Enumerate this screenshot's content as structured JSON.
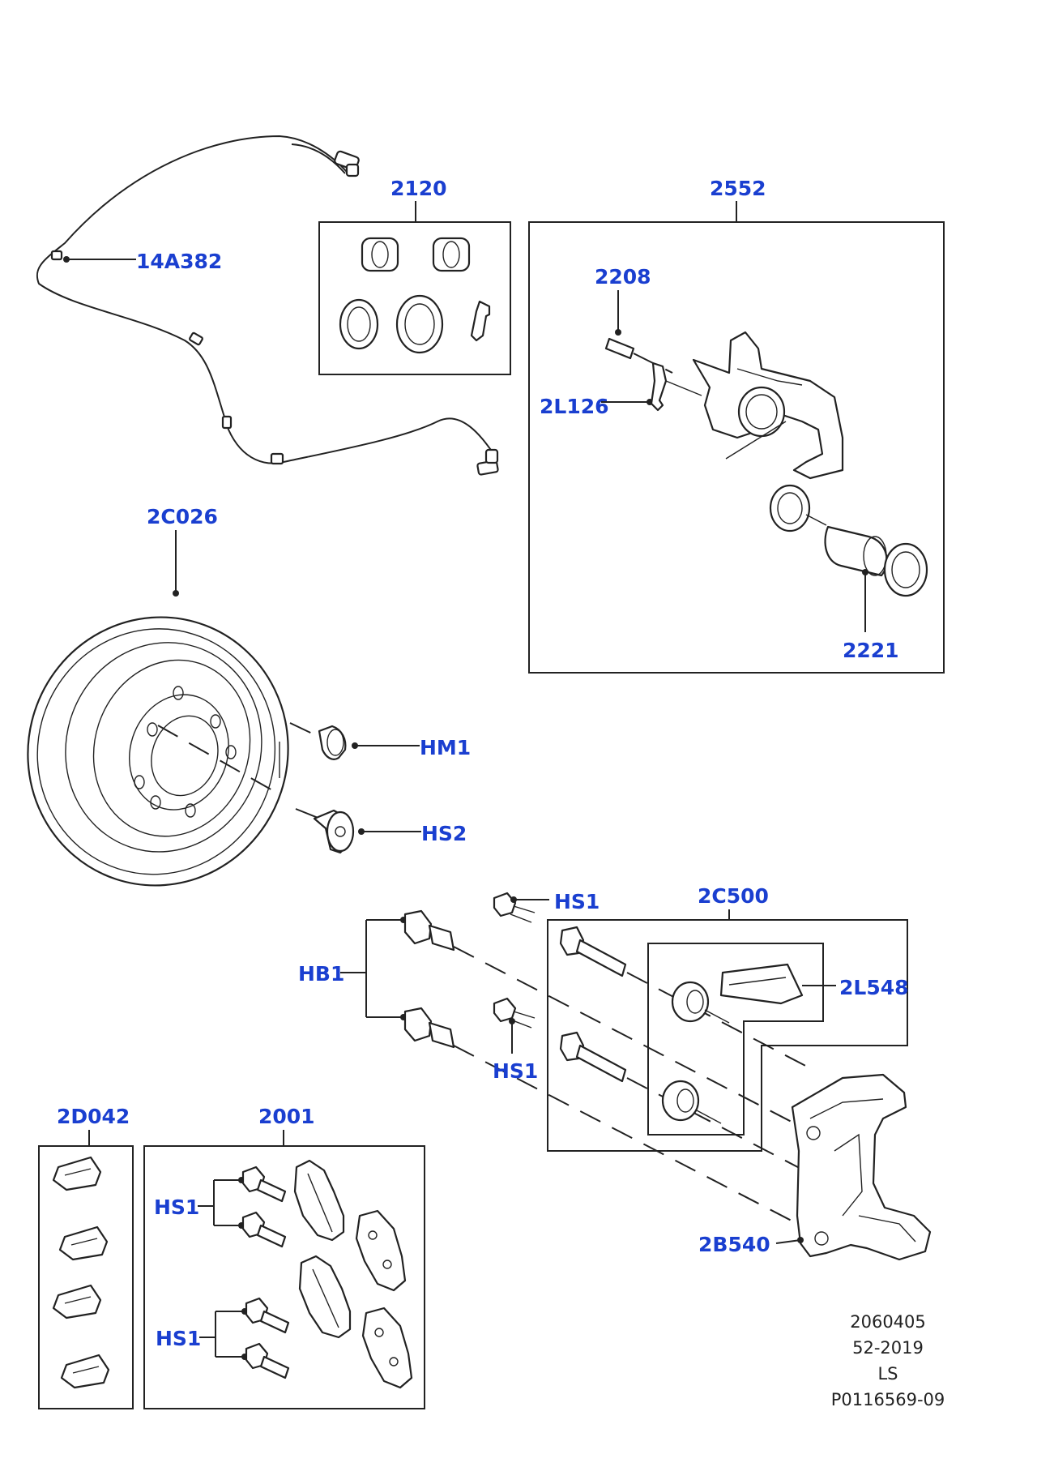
{
  "labels": {
    "wear_sensor": "14A382",
    "caliper_seal_kit": "2120",
    "caliper_assembly": "2552",
    "bleed_screw": "2208",
    "bleed_cap": "2L126",
    "piston": "2221",
    "brake_disc": "2C026",
    "disc_fixing": "HM1",
    "disc_screw": "HS2",
    "carrier_bolt_top": "HS1",
    "carrier_bolt_bottom": "HS1",
    "carrier_kit": "2C500",
    "carrier_bolts": "HB1",
    "grease_kit": "2L548",
    "pad_clips": "2D042",
    "pad_kit": "2001",
    "pad_bolts_upper": "HS1",
    "pad_bolts_lower": "HS1",
    "caliper_carrier": "2B540"
  },
  "reference": {
    "line1": "2060405",
    "line2": "52-2019",
    "line3": "LS",
    "line4": "P0116569-09"
  },
  "colors": {
    "label": "#1a3fd0",
    "line": "#222222",
    "background": "#ffffff"
  }
}
